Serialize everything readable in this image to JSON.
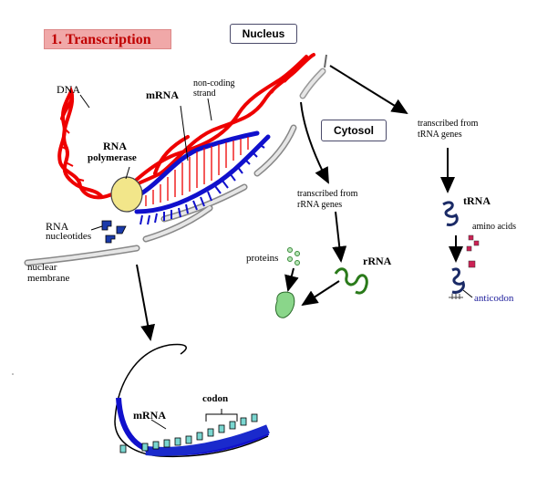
{
  "title": "1. Transcription",
  "compartments": {
    "nucleus": "Nucleus",
    "cytosol": "Cytosol"
  },
  "labels": {
    "dna": "DNA",
    "mrna_top": "mRNA",
    "noncoding_line1": "non-coding",
    "noncoding_line2": "strand",
    "rna_pol_line1": "RNA",
    "rna_pol_line2": "polymerase",
    "rna_nuc_line1": "RNA",
    "rna_nuc_line2": "nucleotides",
    "nuc_mem_line1": "nuclear",
    "nuc_mem_line2": "membrane",
    "rrna_genes_line1": "transcribed from",
    "rrna_genes_line2": "rRNA genes",
    "trna_genes_line1": "transcribed from",
    "trna_genes_line2": "tRNA genes",
    "trna": "tRNA",
    "amino_acids": "amino acids",
    "anticodon": "anticodon",
    "proteins": "proteins",
    "rrna": "rRNA",
    "mrna_bottom": "mRNA",
    "codon": "codon"
  },
  "colors": {
    "dna": "#ee0000",
    "mrna": "#1010cc",
    "polymerase": "#f2e68a",
    "membrane": "#d8d8d8",
    "rrna": "#2a7a1a",
    "protein": "#8ad68a",
    "amino": "#cc2255",
    "anticodon_text": "#1a1a99",
    "title_bg": "#f0a8a8",
    "title_text": "#c00000"
  }
}
